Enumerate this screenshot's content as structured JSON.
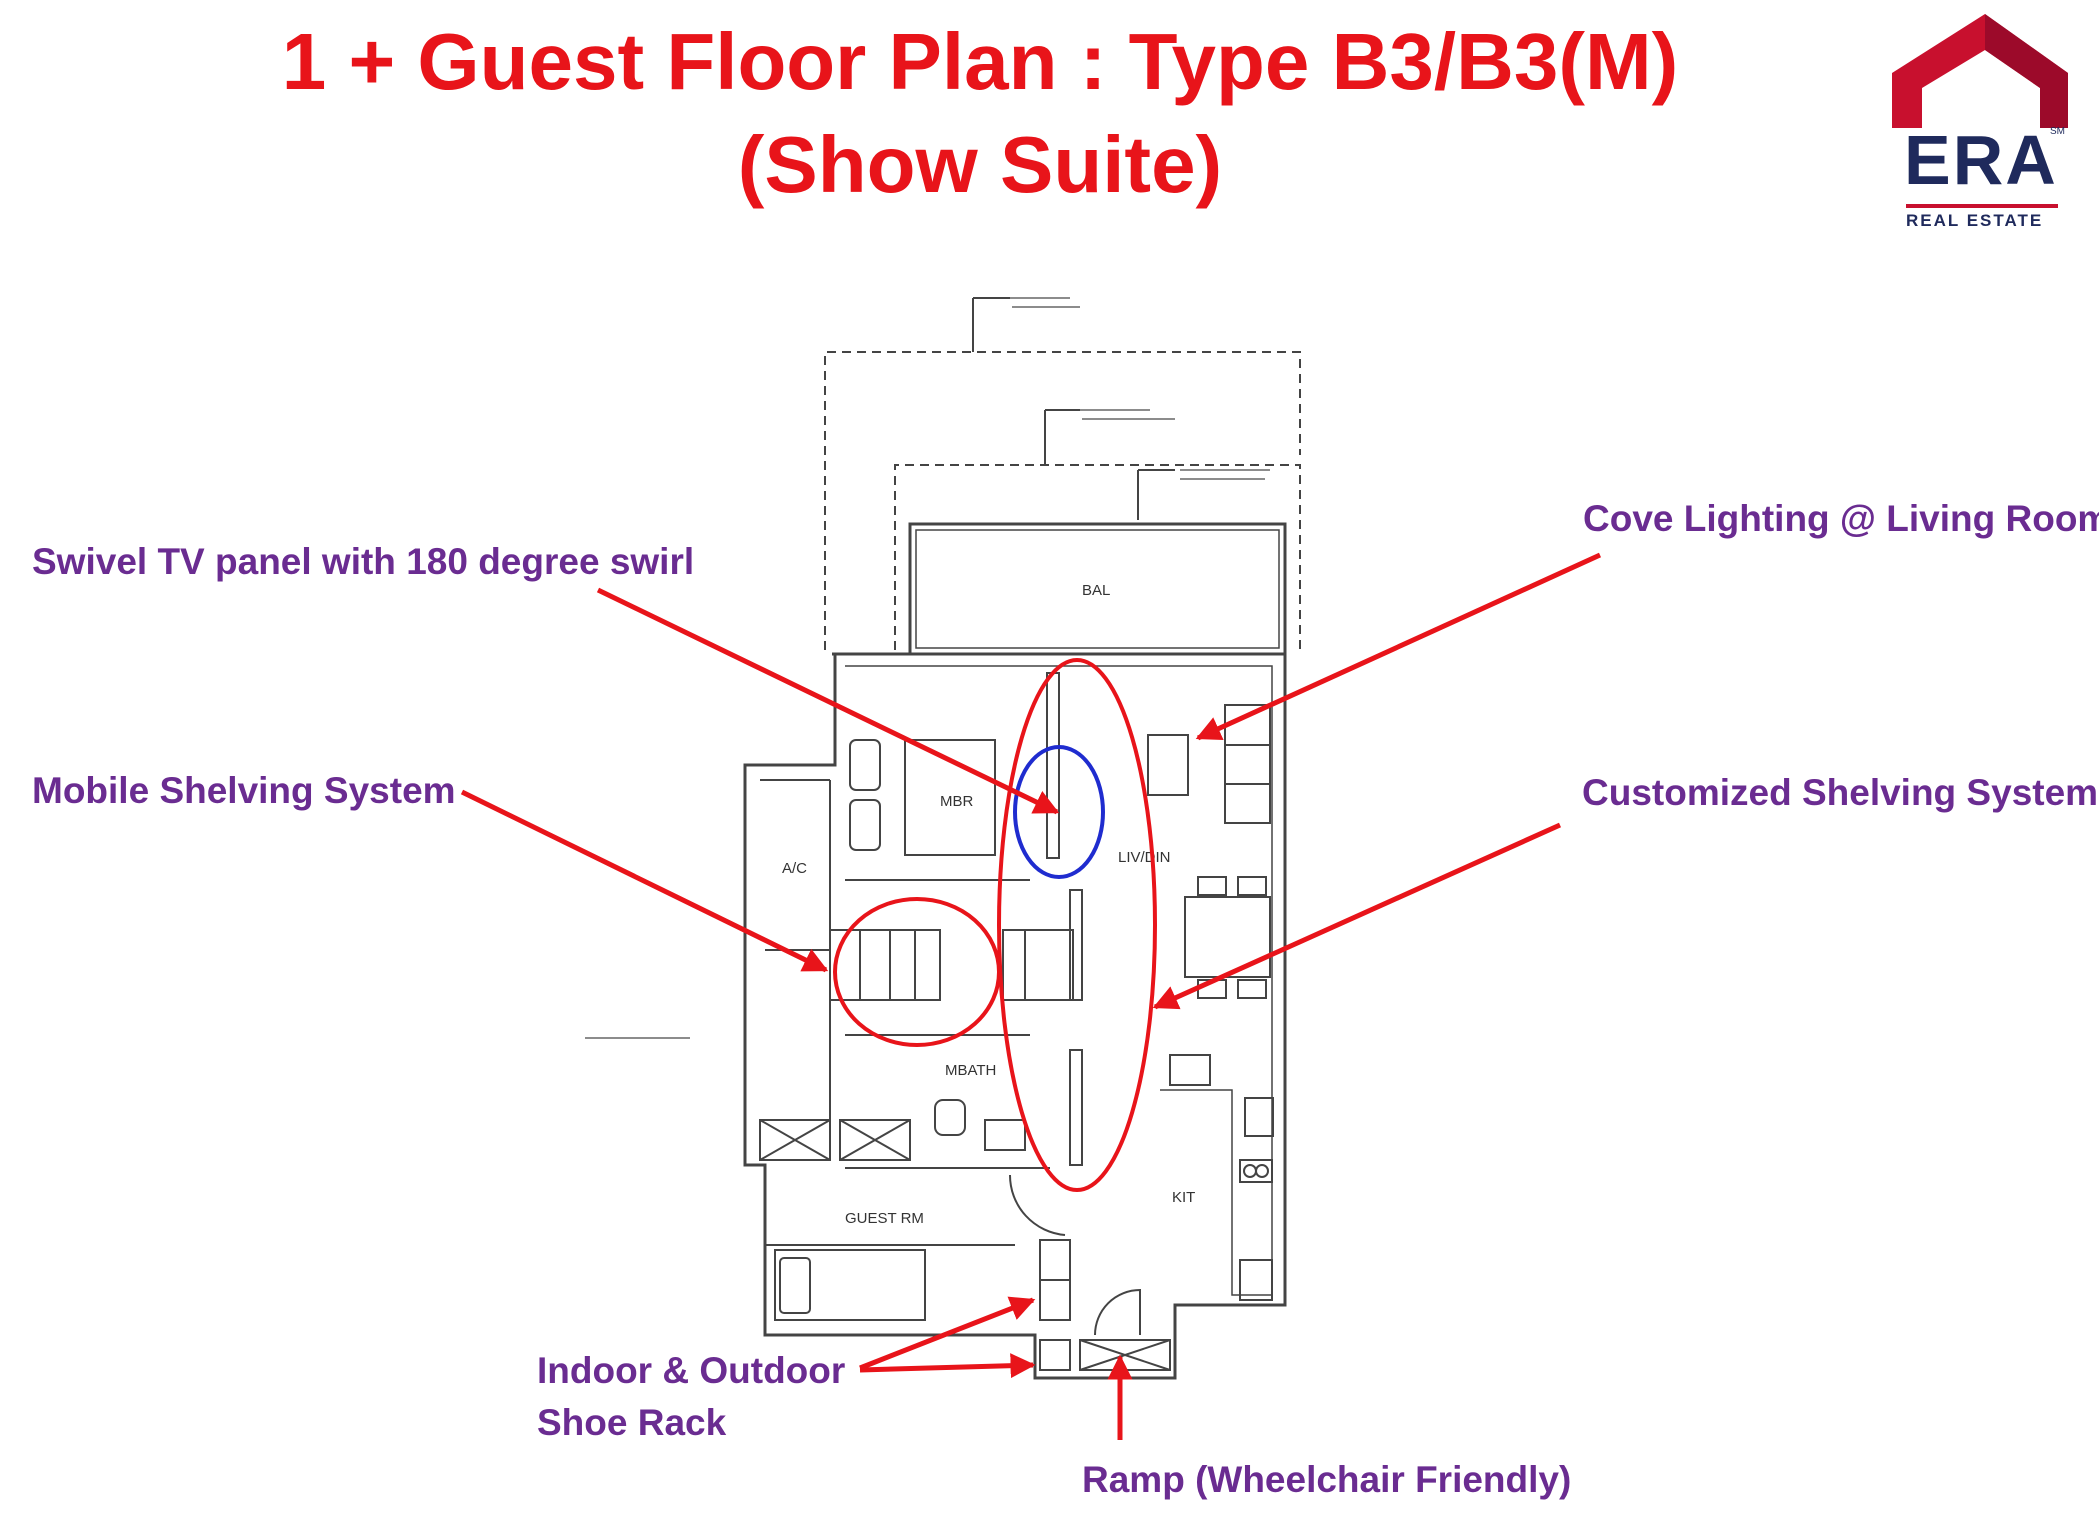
{
  "title": {
    "line1": "1 + Guest Floor Plan : Type B3/B3(M)",
    "line2": "(Show Suite)"
  },
  "logo": {
    "brand": "ERA",
    "sub": "REAL ESTATE",
    "mark": "SM",
    "roof_color": "#c8102e",
    "text_color": "#1f2a5c"
  },
  "callouts": {
    "swivel_tv": "Swivel TV panel with 180 degree swirl",
    "mobile_shelving": "Mobile Shelving System",
    "cove_lighting": "Cove Lighting @ Living Room",
    "customized_shelving": "Customized Shelving System",
    "shoe_rack_1": "Indoor & Outdoor",
    "shoe_rack_2": "Shoe Rack",
    "ramp": "Ramp (Wheelchair Friendly)"
  },
  "rooms": {
    "bal": "BAL",
    "mbr": "MBR",
    "ac": "A/C",
    "living_dining": "LIV/DIN",
    "mbath": "MBATH",
    "guest_rm": "GUEST RM",
    "kit": "KIT"
  },
  "colors": {
    "annotation_red": "#e8141a",
    "highlight_blue": "#1f2ccf",
    "callout_purple": "#6a2c91",
    "plan_line": "#444444"
  }
}
